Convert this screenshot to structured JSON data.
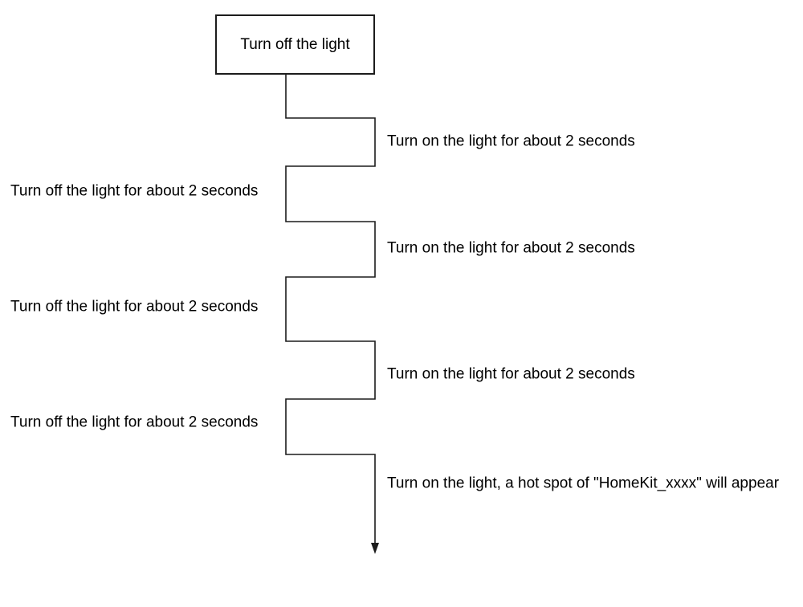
{
  "diagram": {
    "start_box": {
      "label": "Turn off the light"
    },
    "steps": [
      {
        "side": "right",
        "label": "Turn on the light for about 2 seconds"
      },
      {
        "side": "left",
        "label": "Turn off the light for about 2 seconds"
      },
      {
        "side": "right",
        "label": "Turn on the light for about 2 seconds"
      },
      {
        "side": "left",
        "label": "Turn off the light for about 2 seconds"
      },
      {
        "side": "right",
        "label": "Turn on the light for about 2 seconds"
      },
      {
        "side": "left",
        "label": "Turn off the light for about 2 seconds"
      },
      {
        "side": "right",
        "label": "Turn on the light, a hot spot of \"HomeKit_xxxx\" will appear"
      }
    ],
    "colors": {
      "line": "#1c1c1c",
      "text": "#000000",
      "background": "#ffffff"
    }
  }
}
